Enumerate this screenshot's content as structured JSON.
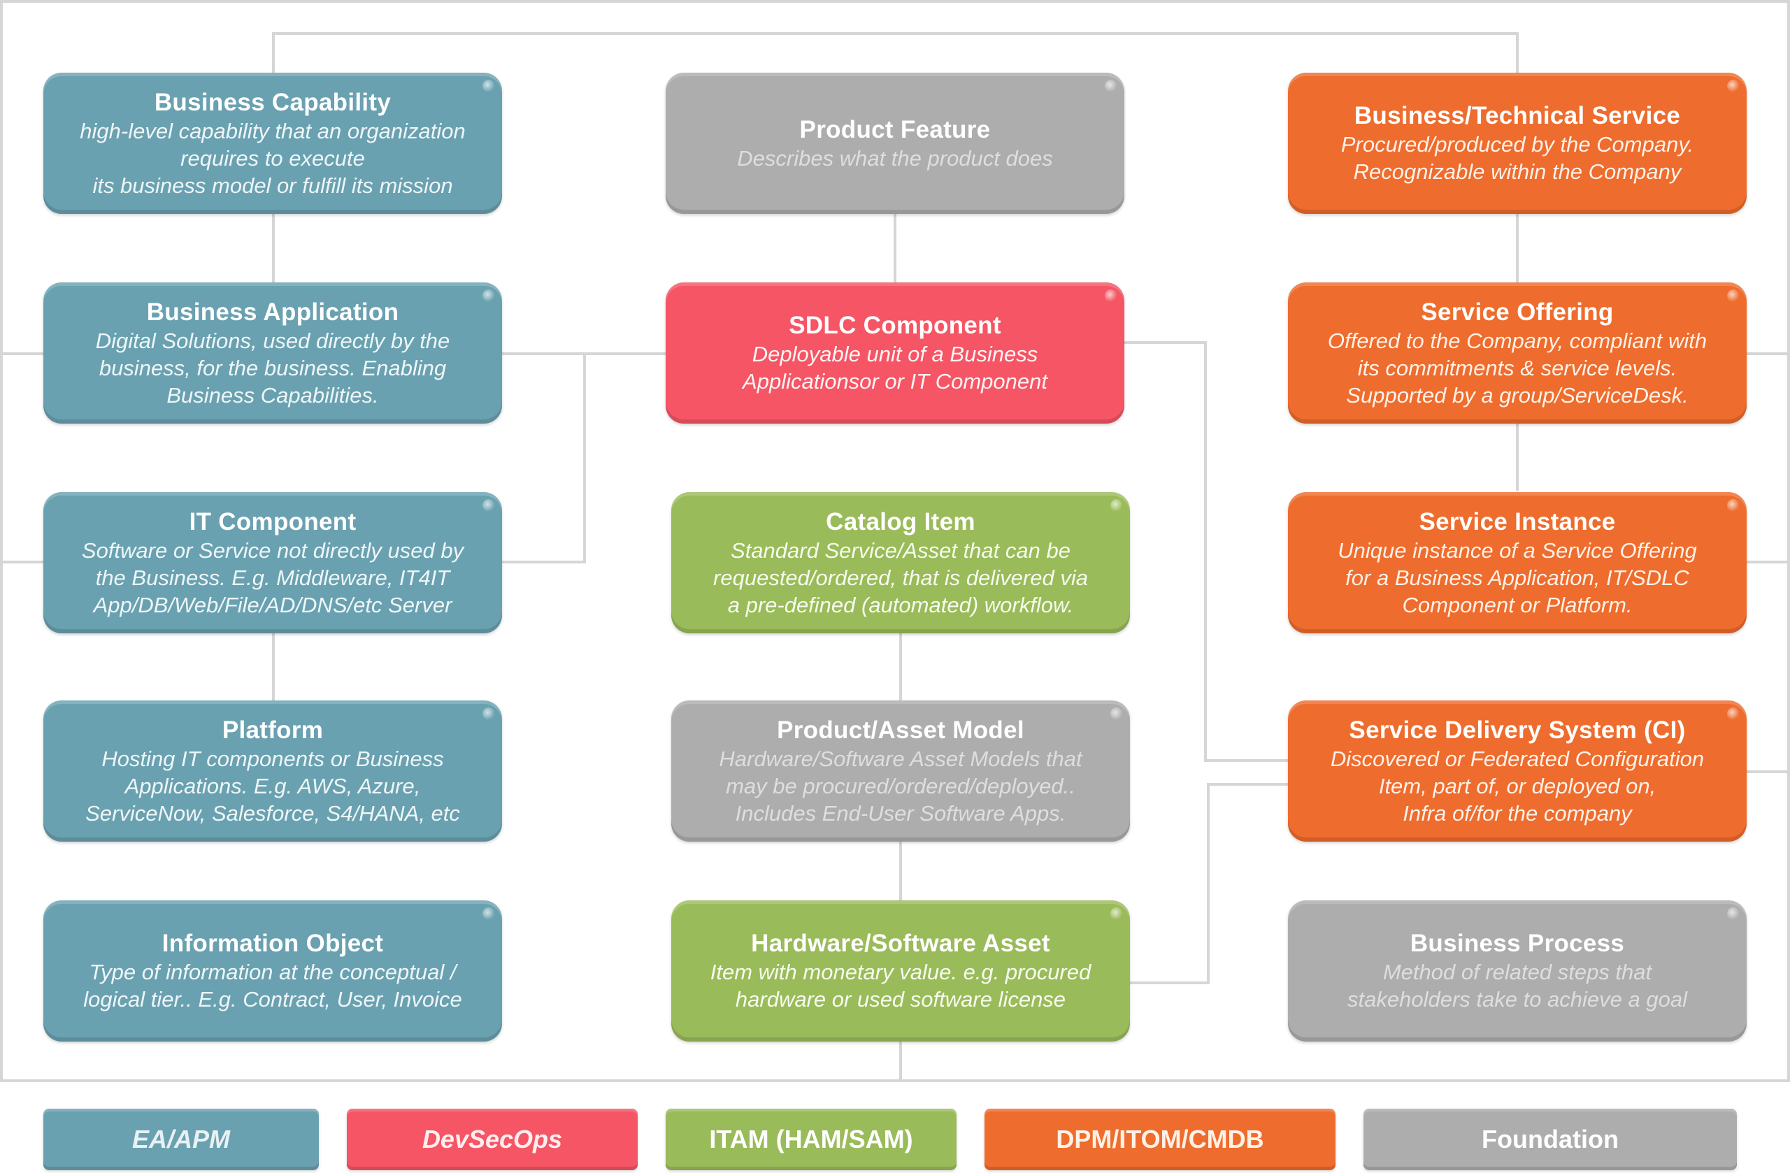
{
  "nodes": {
    "business_capability": {
      "title": "Business Capability",
      "desc": "high-level capability that an organization\nrequires to execute\nits business model or fulfill its mission"
    },
    "product_feature": {
      "title": "Product Feature",
      "desc": "Describes what the product does"
    },
    "business_technical_service": {
      "title": "Business/Technical Service",
      "desc": "Procured/produced by the Company.\nRecognizable within the Company"
    },
    "business_application": {
      "title": "Business Application",
      "desc": "Digital Solutions, used directly by the\nbusiness, for the business. Enabling\nBusiness Capabilities."
    },
    "sdlc_component": {
      "title": "SDLC Component",
      "desc": "Deployable unit of a Business\nApplicationsor or IT Component"
    },
    "service_offering": {
      "title": "Service Offering",
      "desc": "Offered to the Company, compliant with\nits commitments & service levels.\nSupported by a group/ServiceDesk."
    },
    "it_component": {
      "title": "IT Component",
      "desc": "Software or Service not directly used by\nthe Business. E.g. Middleware, IT4IT\nApp/DB/Web/File/AD/DNS/etc Server"
    },
    "catalog_item": {
      "title": "Catalog Item",
      "desc": "Standard Service/Asset that can be\nrequested/ordered, that is delivered via\na pre-defined (automated) workflow."
    },
    "service_instance": {
      "title": "Service Instance",
      "desc": "Unique instance of a Service Offering\nfor a Business Application, IT/SDLC\nComponent or Platform."
    },
    "platform": {
      "title": "Platform",
      "desc": "Hosting IT components or Business\nApplications. E.g. AWS, Azure,\nServiceNow, Salesforce, S4/HANA, etc"
    },
    "product_asset_model": {
      "title": "Product/Asset Model",
      "desc": "Hardware/Software Asset Models that\nmay be procured/ordered/deployed..\nIncludes End-User Software Apps."
    },
    "service_delivery_system": {
      "title": "Service Delivery System (CI)",
      "desc": "Discovered or Federated Configuration\nItem, part of, or deployed on,\nInfra  of/for the company"
    },
    "information_object": {
      "title": "Information Object",
      "desc": "Type of information at the conceptual /\nlogical tier.. E.g. Contract, User, Invoice"
    },
    "hardware_software_asset": {
      "title": "Hardware/Software Asset",
      "desc": "Item with monetary value. e.g. procured\nhardware or used software license"
    },
    "business_process": {
      "title": "Business Process",
      "desc": "Method of related steps that\nstakeholders take to achieve a goal"
    }
  },
  "legend": {
    "ea_apm": "EA/APM",
    "devsecops": "DevSecOps",
    "itam": "ITAM (HAM/SAM)",
    "dpm_itom_cmdb": "DPM/ITOM/CMDB",
    "foundation": "Foundation"
  },
  "colors": {
    "ea_apm": "#6aa1b0",
    "devsecops": "#f55564",
    "itam": "#9abb59",
    "dpm_itom_cmdb": "#ee6c2d",
    "foundation": "#adadad",
    "connector": "#d6d6d6"
  }
}
